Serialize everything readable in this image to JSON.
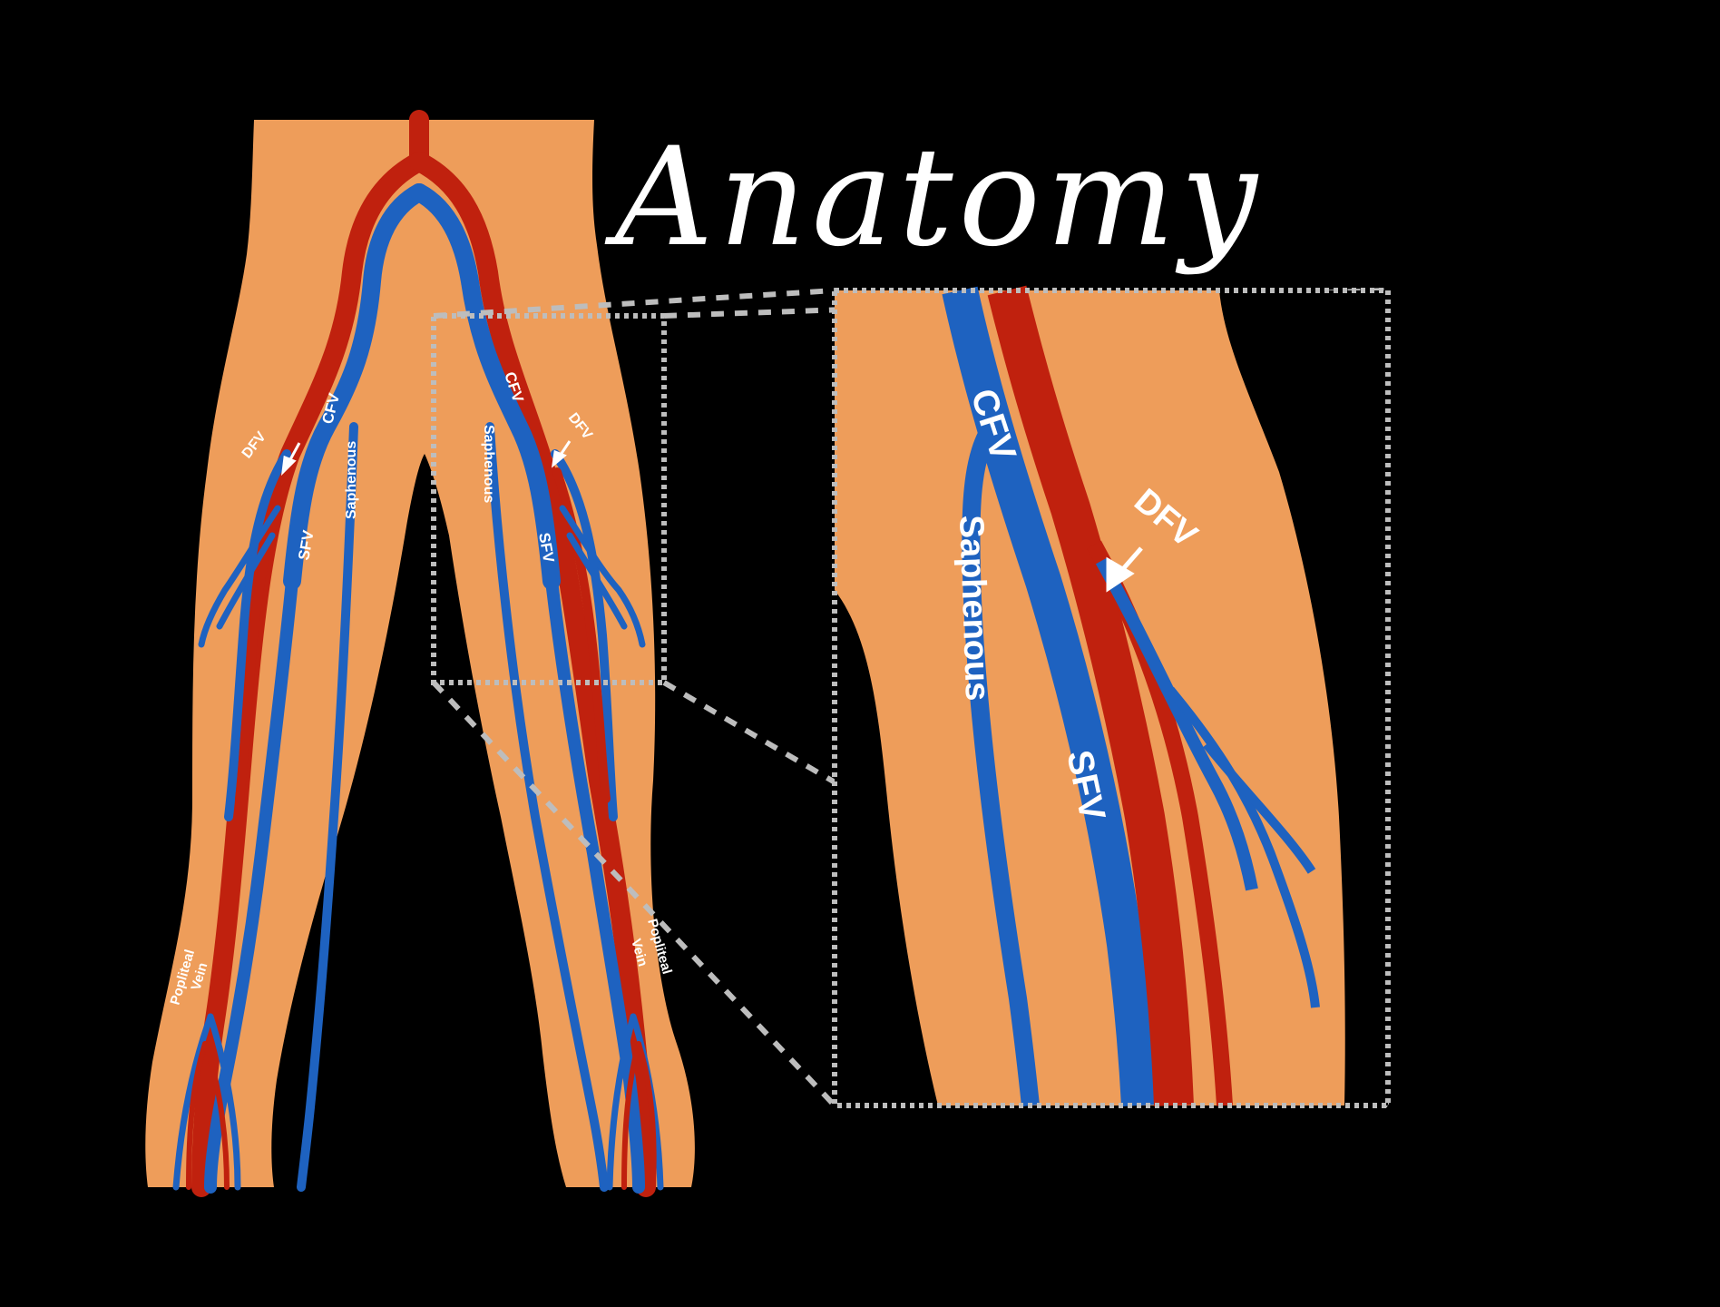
{
  "title": "Anatomy",
  "colors": {
    "background": "#000000",
    "skin": "#EE9D5A",
    "vein": "#1E62C0",
    "artery": "#C0210E",
    "zoom_box": "#BDBDBD",
    "label": "#FFFFFF"
  },
  "labels": {
    "right_leg": {
      "cfv": "CFV",
      "dfv": "DFV",
      "sfv": "SFV",
      "saphenous": "Saphenous",
      "popliteal_line1": "Popliteal",
      "popliteal_line2": "Vein"
    },
    "left_leg": {
      "cfv": "CFV",
      "dfv": "DFV",
      "sfv": "SFV",
      "saphenous": "Saphenous",
      "popliteal_line1": "Popliteal",
      "popliteal_line2": "Vein"
    },
    "zoom": {
      "cfv": "CFV",
      "dfv": "DFV",
      "sfv": "SFV",
      "saphenous": "Saphenous"
    }
  }
}
